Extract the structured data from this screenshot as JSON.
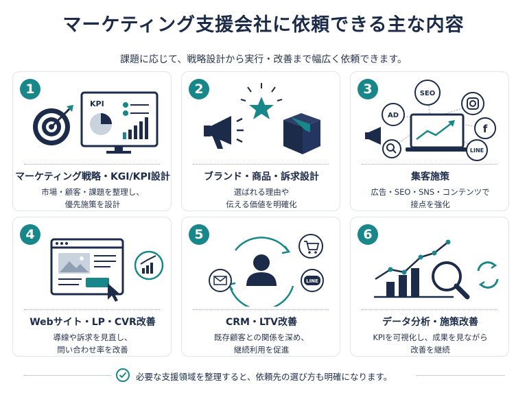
{
  "header": {
    "title": "マーケティング支援会社に依頼できる主な内容",
    "subtitle": "課題に応じて、戦略設計から実行・改善まで幅広く依頼できます。"
  },
  "colors": {
    "navy": "#1c2b4a",
    "teal": "#17878a",
    "light": "#dfe4ea"
  },
  "cards": [
    {
      "number": "1",
      "title": "マーケティング戦略・KGI/KPI設計",
      "desc1": "市場・顧客・課題を整理し、",
      "desc2": "優先施策を設計",
      "screen_label": "KPI",
      "icons": [
        "target-icon",
        "dashboard-icon"
      ]
    },
    {
      "number": "2",
      "title": "ブランド・商品・訴求設計",
      "desc1": "選ばれる理由や",
      "desc2": "伝える価値を明確化",
      "icons": [
        "megaphone-icon",
        "star-icon",
        "box-icon"
      ]
    },
    {
      "number": "3",
      "title": "集客施策",
      "desc1": "広告・SEO・SNS・コンテンツで",
      "desc2": "接点を強化",
      "badges": {
        "seo": "SEO",
        "ad": "AD",
        "line": "LINE"
      },
      "icons": [
        "laptop-icon",
        "instagram-icon",
        "facebook-icon",
        "search-icon",
        "megaphone-icon"
      ]
    },
    {
      "number": "4",
      "title": "Webサイト・LP・CVR改善",
      "desc1": "導線や訴求を見直し、",
      "desc2": "問い合わせ率を改善",
      "icons": [
        "browser-icon",
        "cursor-icon",
        "growth-chart-icon"
      ]
    },
    {
      "number": "5",
      "title": "CRM・LTV改善",
      "desc1": "既存顧客との関係を深め、",
      "desc2": "継続利用を促進",
      "badges": {
        "line": "LINE"
      },
      "icons": [
        "user-icon",
        "mail-icon",
        "cart-icon",
        "cycle-icon"
      ]
    },
    {
      "number": "6",
      "title": "データ分析・施策改善",
      "desc1": "KPIを可視化し、成果を見ながら",
      "desc2": "改善を継続",
      "icons": [
        "line-chart-icon",
        "magnifier-icon",
        "refresh-icon"
      ]
    }
  ],
  "footer": {
    "text": "必要な支援領域を整理すると、依頼先の選び方も明確になります。",
    "icon": "check-circle-icon"
  }
}
